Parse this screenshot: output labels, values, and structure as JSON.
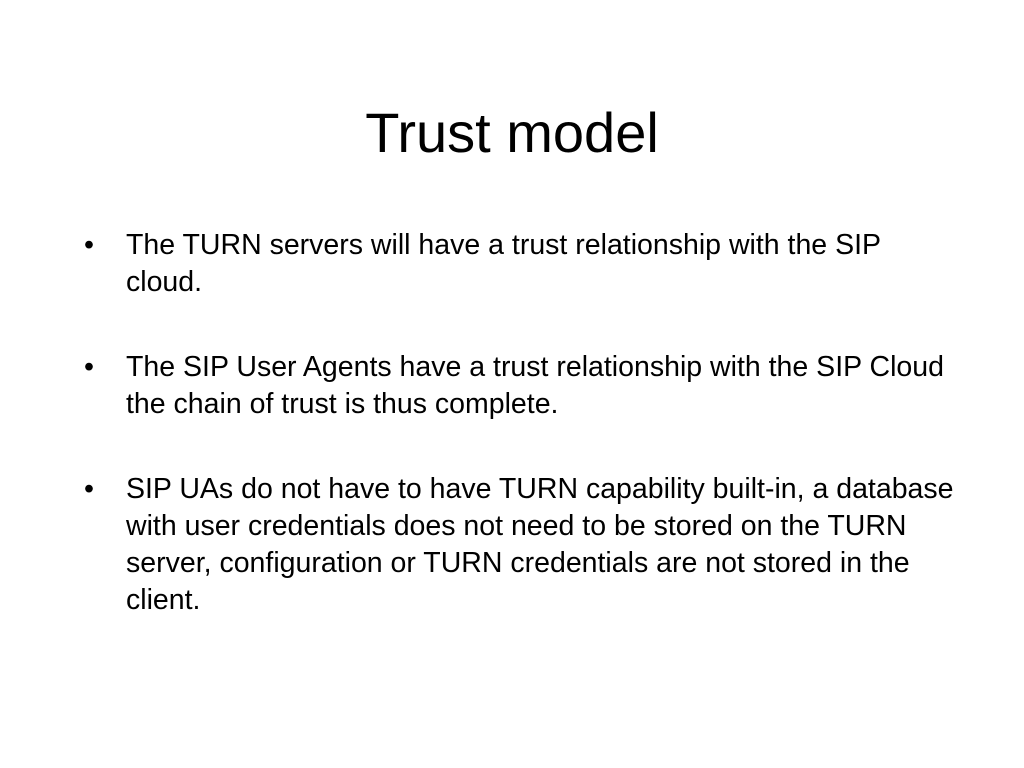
{
  "slide": {
    "title": "Trust model",
    "bullet_symbol": "•",
    "bullets": [
      "The TURN servers will have a trust relationship with the SIP cloud.",
      "The SIP User Agents have a trust relationship with the SIP Cloud the chain of trust is thus complete.",
      "SIP UAs do not have to have TURN capability built-in, a database with user credentials does not need to be stored on the TURN server, configuration or TURN credentials are not stored in the client."
    ]
  }
}
